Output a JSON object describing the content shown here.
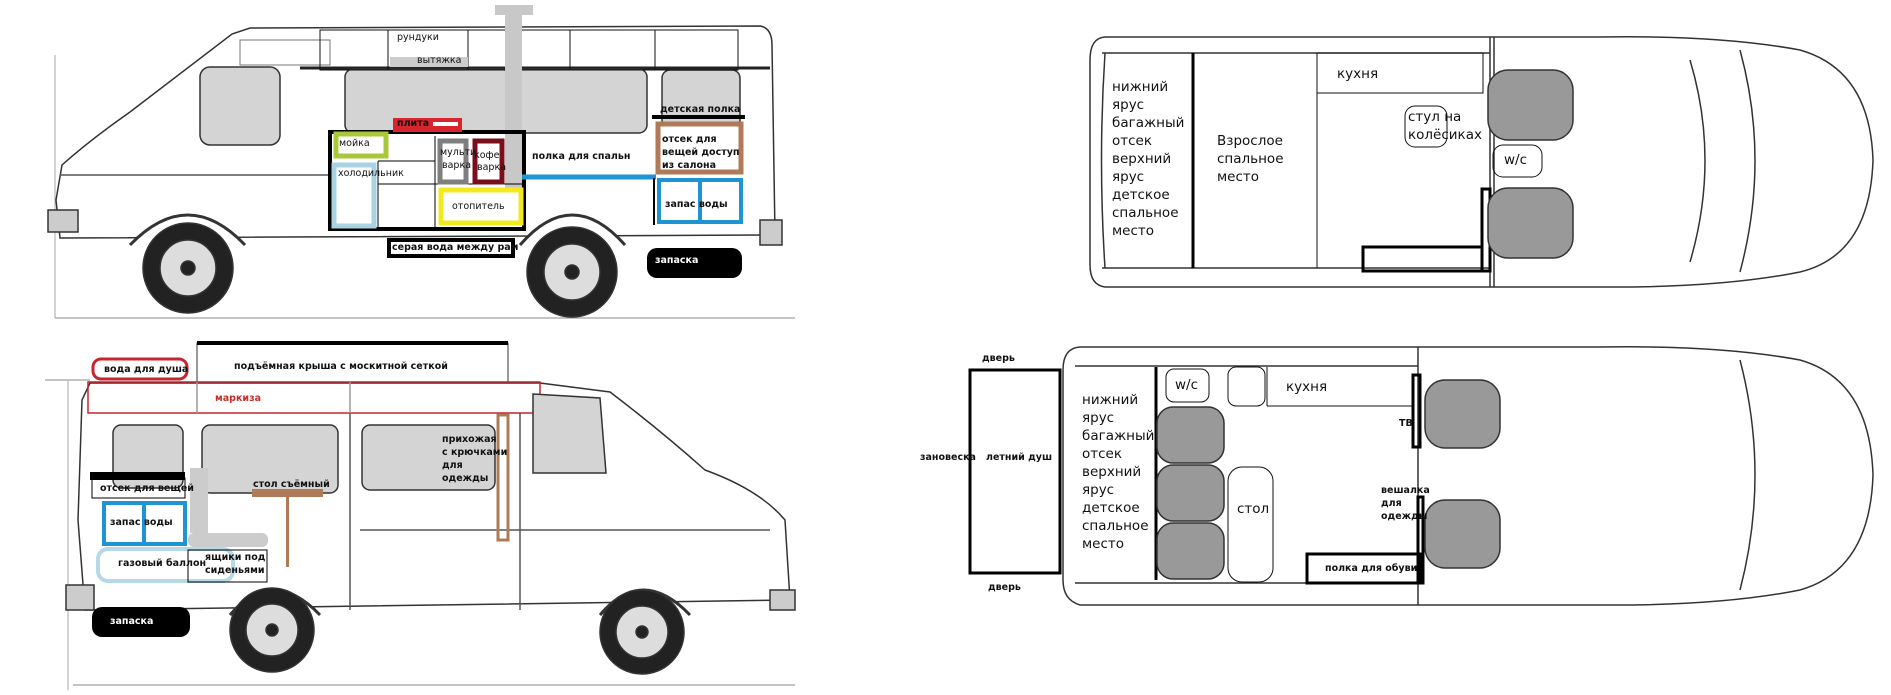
{
  "colors": {
    "sink": "#a8c83a",
    "fridge": "#a9d3e3",
    "stove": "#d8242c",
    "multicooker": "#7f7f7f",
    "coffee": "#7a0f1c",
    "heater": "#f2ea1e",
    "water": "#1e95d2",
    "storage": "#b07a58",
    "gas": "#b5d9e6",
    "roof_red": "#c4262e",
    "van_grey": "#d4d4d4"
  },
  "side_view_top": {
    "storage_boxes": "рундуки",
    "hood": "вытяжка",
    "stove": "плита",
    "sink": "мойка",
    "fridge": "холодильник",
    "multicooker_1": "мульти",
    "multicooker_2": "варка",
    "coffee_1": "кофе",
    "coffee_2": "варка",
    "heater": "отопитель",
    "sleeping_shelf": "полка для спальн",
    "kids_shelf": "детская полка",
    "storage_1": "отсек для",
    "storage_2": "вещей доступ",
    "storage_3": "из салона",
    "water_supply": "запас воды",
    "grey_water": "серая вода между рам",
    "spare_wheel": "запаска"
  },
  "side_view_bottom": {
    "shower_water": "вода для душа",
    "lifting_roof": "подъёмная крыша с москитной сеткой",
    "awning": "маркиза",
    "hallway": [
      "прихожая",
      "с крючками",
      "для",
      "одежды"
    ],
    "removable_table": "стол съёмный",
    "storage": "отсек для вещей",
    "water_supply": "запас воды",
    "gas_tank": "газовый баллон",
    "seat_drawers_1": "ящики под",
    "seat_drawers_2": "сиденьями",
    "spare_wheel": "запаска"
  },
  "plan_top": {
    "rear_bunk": [
      "нижний",
      "ярус",
      "багажный",
      "отсек",
      "верхний",
      "ярус",
      "детское",
      "спальное",
      "место"
    ],
    "adult_bed": [
      "Взрослое",
      "спальное",
      "место"
    ],
    "kitchen": "кухня",
    "chair_1": "стул на",
    "chair_2": "колёсиках",
    "wc": "w/c"
  },
  "plan_bottom": {
    "door_top": "дверь",
    "door_bottom": "дверь",
    "curtain": "зановеска",
    "summer_shower": "летний душ",
    "rear_bunk": [
      "нижний",
      "ярус",
      "багажный",
      "отсек",
      "верхний",
      "ярус",
      "детское",
      "спальное",
      "место"
    ],
    "wc": "w/c",
    "kitchen": "кухня",
    "tv": "ТВ",
    "table": "стол",
    "hanger_1": "вешалка",
    "hanger_2": "для",
    "hanger_3": "одежды",
    "shoe_shelf": "полка для обуви"
  }
}
